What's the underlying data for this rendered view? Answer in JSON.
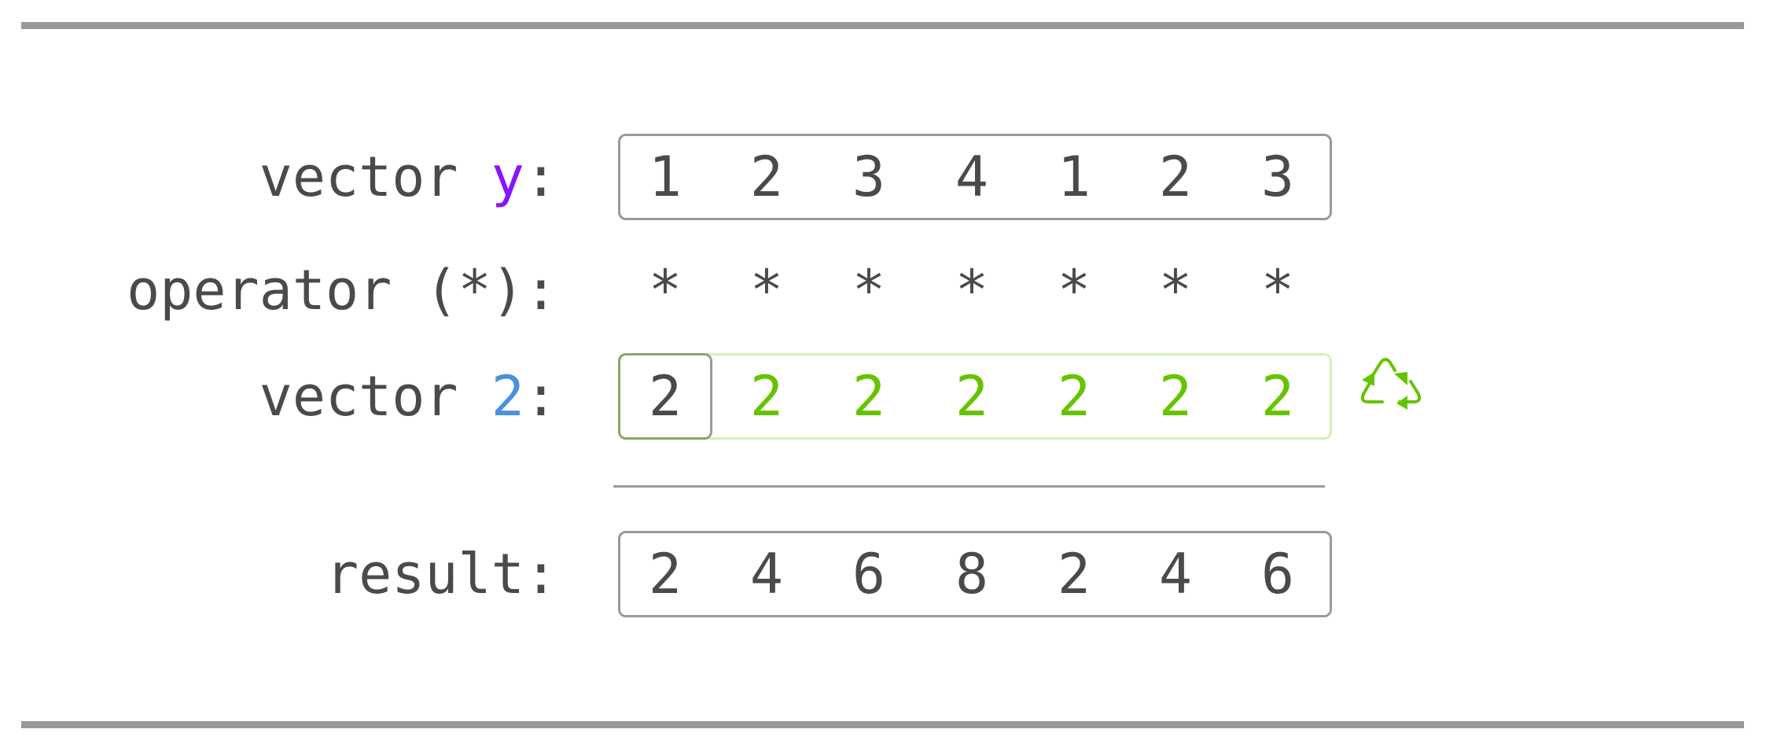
{
  "colors": {
    "text": "#4a4a4a",
    "y_accent": "#8a14ff",
    "scalar_accent": "#4a90e2",
    "broadcast": "#66c300",
    "broadcast_box": "#d4f0b8",
    "border": "#999999"
  },
  "rows": {
    "vector_y": {
      "prefix": "vector ",
      "var": "y",
      "suffix": ":",
      "values": [
        "1",
        "2",
        "3",
        "4",
        "1",
        "2",
        "3"
      ]
    },
    "operator": {
      "label": "operator (*):",
      "values": [
        "*",
        "*",
        "*",
        "*",
        "*",
        "*",
        "*"
      ]
    },
    "vector_2": {
      "prefix": "vector ",
      "var": "2",
      "suffix": ":",
      "values": [
        "2",
        "2",
        "2",
        "2",
        "2",
        "2",
        "2"
      ]
    },
    "result": {
      "label": "result:",
      "values": [
        "2",
        "4",
        "6",
        "8",
        "2",
        "4",
        "6"
      ]
    }
  },
  "icons": {
    "broadcast": "recycle-icon"
  }
}
